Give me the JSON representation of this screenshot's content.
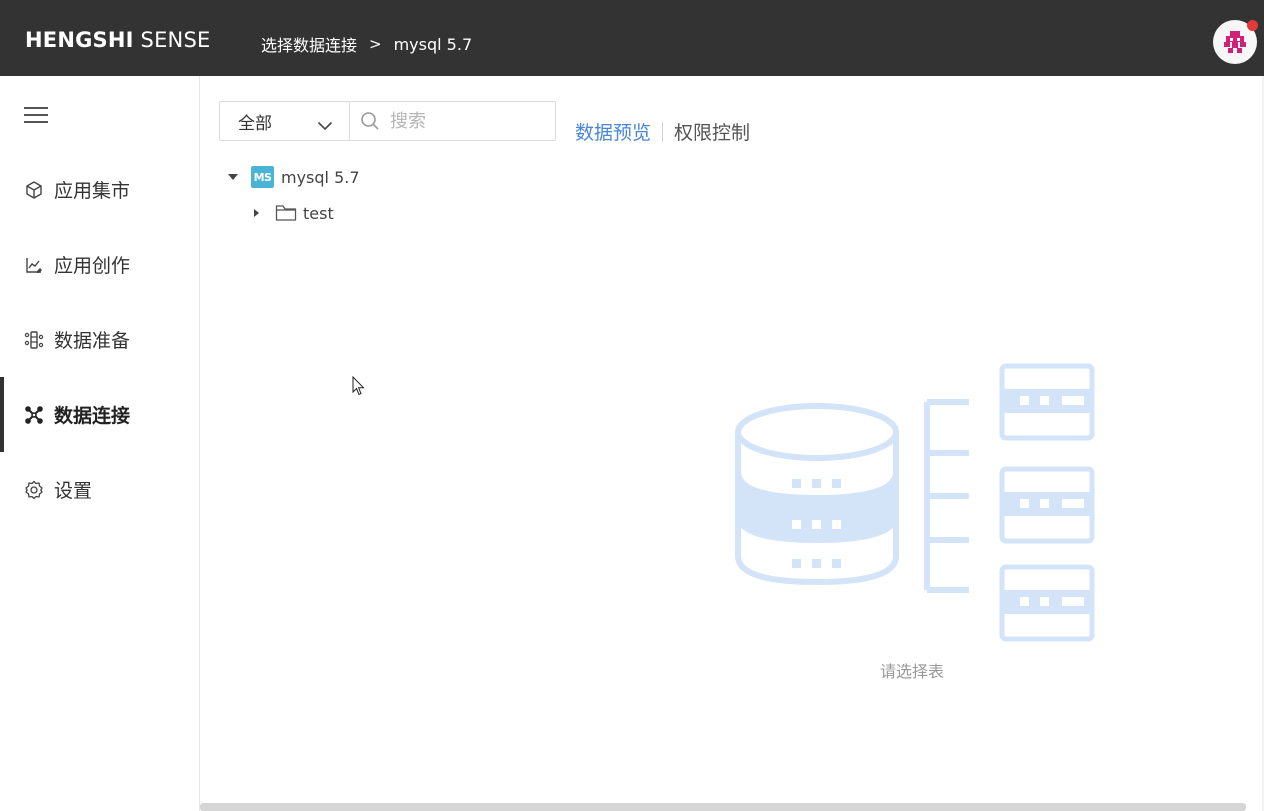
{
  "header": {
    "brand_bold": "HENGSHI",
    "brand_light": "SENSE",
    "breadcrumb": [
      "选择数据连接",
      "mysql 5.7"
    ],
    "breadcrumb_sep": ">"
  },
  "sidebar": {
    "items": [
      {
        "label": "应用集市",
        "icon": "cube-icon"
      },
      {
        "label": "应用创作",
        "icon": "chart-edit-icon"
      },
      {
        "label": "数据准备",
        "icon": "data-prep-icon"
      },
      {
        "label": "数据连接",
        "icon": "network-icon",
        "active": true
      },
      {
        "label": "设置",
        "icon": "gear-icon"
      }
    ]
  },
  "filter": {
    "selected": "全部",
    "search_placeholder": "搜索"
  },
  "tabs": [
    {
      "label": "数据预览",
      "active": true
    },
    {
      "label": "权限控制",
      "active": false
    }
  ],
  "tree": {
    "root": {
      "badge": "MS",
      "label": "mysql 5.7",
      "expanded": true
    },
    "children": [
      {
        "label": "test",
        "expanded": false
      }
    ]
  },
  "empty_state": {
    "text": "请选择表"
  },
  "colors": {
    "topbar": "#333333",
    "accent": "#4a86d8",
    "illustration": "#d3e3f8",
    "ms_badge": "#4ab4d6"
  }
}
